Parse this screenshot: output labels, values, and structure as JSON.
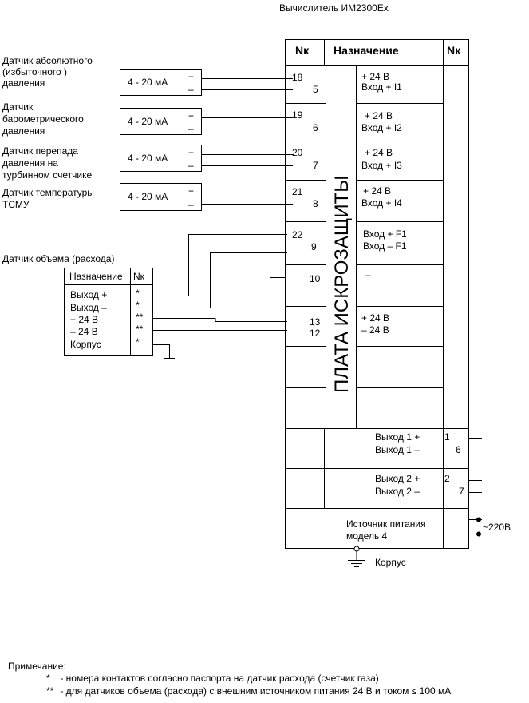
{
  "title": "Вычислитель ИМ2300Ех",
  "table_headers": {
    "nk_left": "Nк",
    "purpose": "Назначение",
    "nk_right": "Nк"
  },
  "protection_board": "ПЛАТА ИСКРОЗАЩИТЫ",
  "sensors": [
    {
      "label": [
        "Датчик  абсолютного",
        "(избыточного )",
        "давления"
      ],
      "range": "4 - 20 мА",
      "plus": "+",
      "minus": "–",
      "pins": [
        "18",
        "5"
      ],
      "purpose": [
        "+ 24 В",
        "Вход + I1"
      ]
    },
    {
      "label": [
        "Датчик",
        "барометрического",
        "давления"
      ],
      "range": "4 - 20 мА",
      "plus": "+",
      "minus": "–",
      "pins": [
        "19",
        "6"
      ],
      "purpose": [
        "+ 24 В",
        "Вход + I2"
      ]
    },
    {
      "label": [
        "Датчик перепада",
        "давления на",
        "турбинном счетчике"
      ],
      "range": "4 - 20 мА",
      "plus": "+",
      "minus": "–",
      "pins": [
        "20",
        "7"
      ],
      "purpose": [
        "+ 24 В",
        "Вход + I3"
      ]
    },
    {
      "label": [
        "Датчик температуры",
        "ТСМУ"
      ],
      "range": "4 - 20 мА",
      "plus": "+",
      "minus": "–",
      "pins": [
        "21",
        "8"
      ],
      "purpose": [
        "+ 24 В",
        "Вход + I4"
      ]
    }
  ],
  "flow_sensor": {
    "label": "Датчик объема (расхода)",
    "header": {
      "purpose": "Назначение",
      "nk": "Nк"
    },
    "rows": [
      {
        "purpose": "Выход +",
        "nk": "*"
      },
      {
        "purpose": "Выход –",
        "nk": "*"
      },
      {
        "purpose": "+ 24 В",
        "nk": "**"
      },
      {
        "purpose": "– 24 В",
        "nk": "**"
      },
      {
        "purpose": "Корпус",
        "nk": "*"
      }
    ]
  },
  "freq_inputs": {
    "pins": [
      "22",
      "9"
    ],
    "purpose": [
      "Вход + F1",
      "Вход – F1"
    ]
  },
  "pin10": {
    "pin": "10",
    "purpose": "–"
  },
  "power_pins": {
    "pins": [
      "13",
      "12"
    ],
    "purpose": [
      "+ 24 В",
      "– 24 В"
    ]
  },
  "outputs": [
    {
      "lines": [
        "Выход 1   +",
        "Выход 1   –"
      ],
      "pins": [
        "1",
        "6"
      ]
    },
    {
      "lines": [
        "Выход 2   +",
        "Выход 2   –"
      ],
      "pins": [
        "2",
        "7"
      ]
    }
  ],
  "power_supply": {
    "lines": [
      "Источник питания",
      "модель 4"
    ],
    "voltage": "~220В"
  },
  "ground_label": "Корпус",
  "notes": {
    "heading": "Примечание:",
    "items": [
      {
        "mark": "*",
        "text": "- номера контактов согласно паспорта на датчик расхода (счетчик газа)"
      },
      {
        "mark": "**",
        "text": "- для датчиков объема (расхода) с внешним источником питания 24 В и током ≤ 100 мА"
      }
    ]
  }
}
